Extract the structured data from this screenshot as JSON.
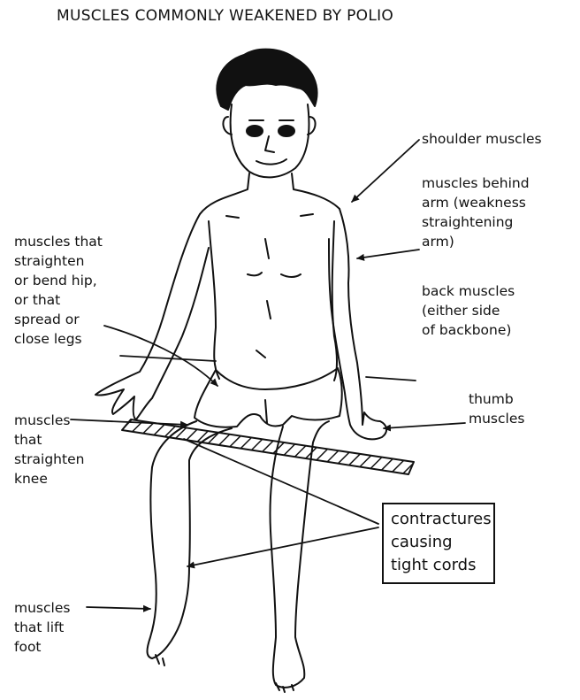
{
  "title": "MUSCLES COMMONLY WEAKENED BY POLIO",
  "labels": {
    "shoulder": "shoulder muscles",
    "behind_arm": "muscles behind\narm (weakness\nstraightening\narm)",
    "back": "back muscles\n(either side\nof backbone)",
    "hip": "muscles that\nstraighten\nor bend hip,\nor that\nspread or\nclose legs",
    "thumb": "thumb\nmuscles",
    "knee": "muscles\nthat\nstraighten\nknee",
    "foot": "muscles\nthat lift\nfoot",
    "contractures": "contractures\ncausing\ntight cords"
  }
}
